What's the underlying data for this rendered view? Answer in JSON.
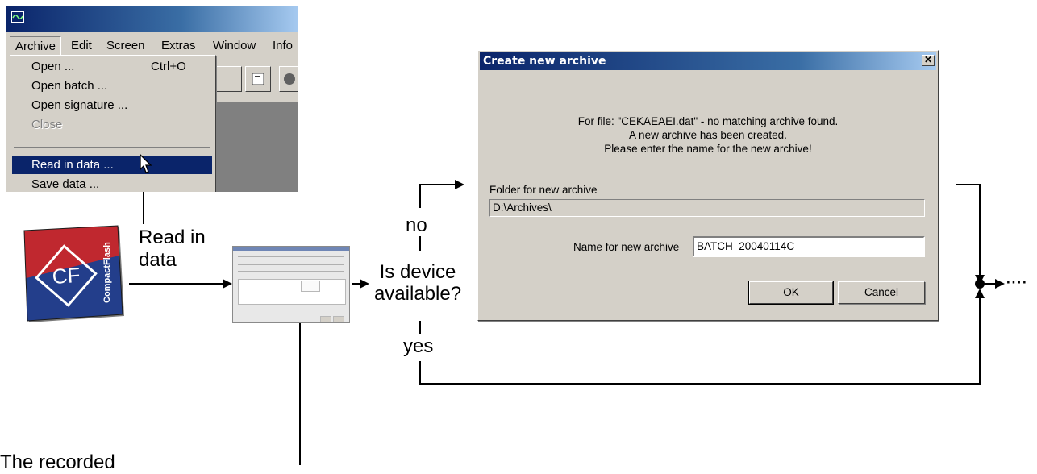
{
  "menu_screenshot": {
    "menubar": [
      "Archive",
      "Edit",
      "Screen",
      "Extras",
      "Window",
      "Info"
    ],
    "items": [
      {
        "label": "Open ...",
        "shortcut": "Ctrl+O",
        "state": "normal"
      },
      {
        "label": "Open batch ...",
        "shortcut": "",
        "state": "normal"
      },
      {
        "label": "Open signature ...",
        "shortcut": "",
        "state": "normal"
      },
      {
        "label": "Close",
        "shortcut": "",
        "state": "disabled"
      },
      {
        "label": "Read in data ...",
        "shortcut": "",
        "state": "highlighted"
      },
      {
        "label": "Save data ...",
        "shortcut": "",
        "state": "normal"
      }
    ],
    "title_color": "#0a246a",
    "highlight_color": "#0a246a"
  },
  "compactflash_card": {
    "logo_text": "CF",
    "brand_text": "CompactFlash",
    "colors": {
      "red": "#c0282f",
      "blue": "#233e8b"
    }
  },
  "flow": {
    "read_in_label": "Read in data",
    "decision_label": "Is device available?",
    "branch_no": "no",
    "branch_yes": "yes",
    "continuation": "····",
    "bottom_text": "The recorded"
  },
  "dialog": {
    "title": "Create new archive",
    "close_glyph": "✕",
    "message_lines": [
      "For file: \"CEKAEAEI.dat\" - no matching archive found.",
      "A new archive has been created.",
      "Please enter the name for the new archive!"
    ],
    "folder_label": "Folder for new archive",
    "folder_value": "D:\\Archives\\",
    "name_label": "Name for new archive",
    "name_value": "BATCH_20040114C",
    "ok_label": "OK",
    "cancel_label": "Cancel"
  }
}
